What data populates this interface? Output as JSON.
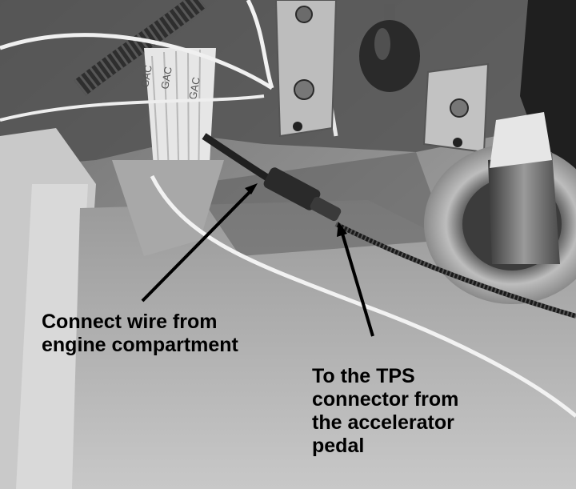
{
  "photo": {
    "subject": "grayscale photo of wiring under a vehicle dashboard",
    "tone": "grayscale",
    "wire_sleeve_print": [
      "GAC",
      "GAC",
      "GAC"
    ]
  },
  "callouts": [
    {
      "text_lines": [
        "Connect wire from",
        "engine compartment"
      ]
    },
    {
      "text_lines": [
        "To the TPS",
        "connector from",
        "the accelerator",
        "pedal"
      ]
    }
  ],
  "colors": {
    "label_text": "#000000",
    "arrow": "#000000"
  }
}
